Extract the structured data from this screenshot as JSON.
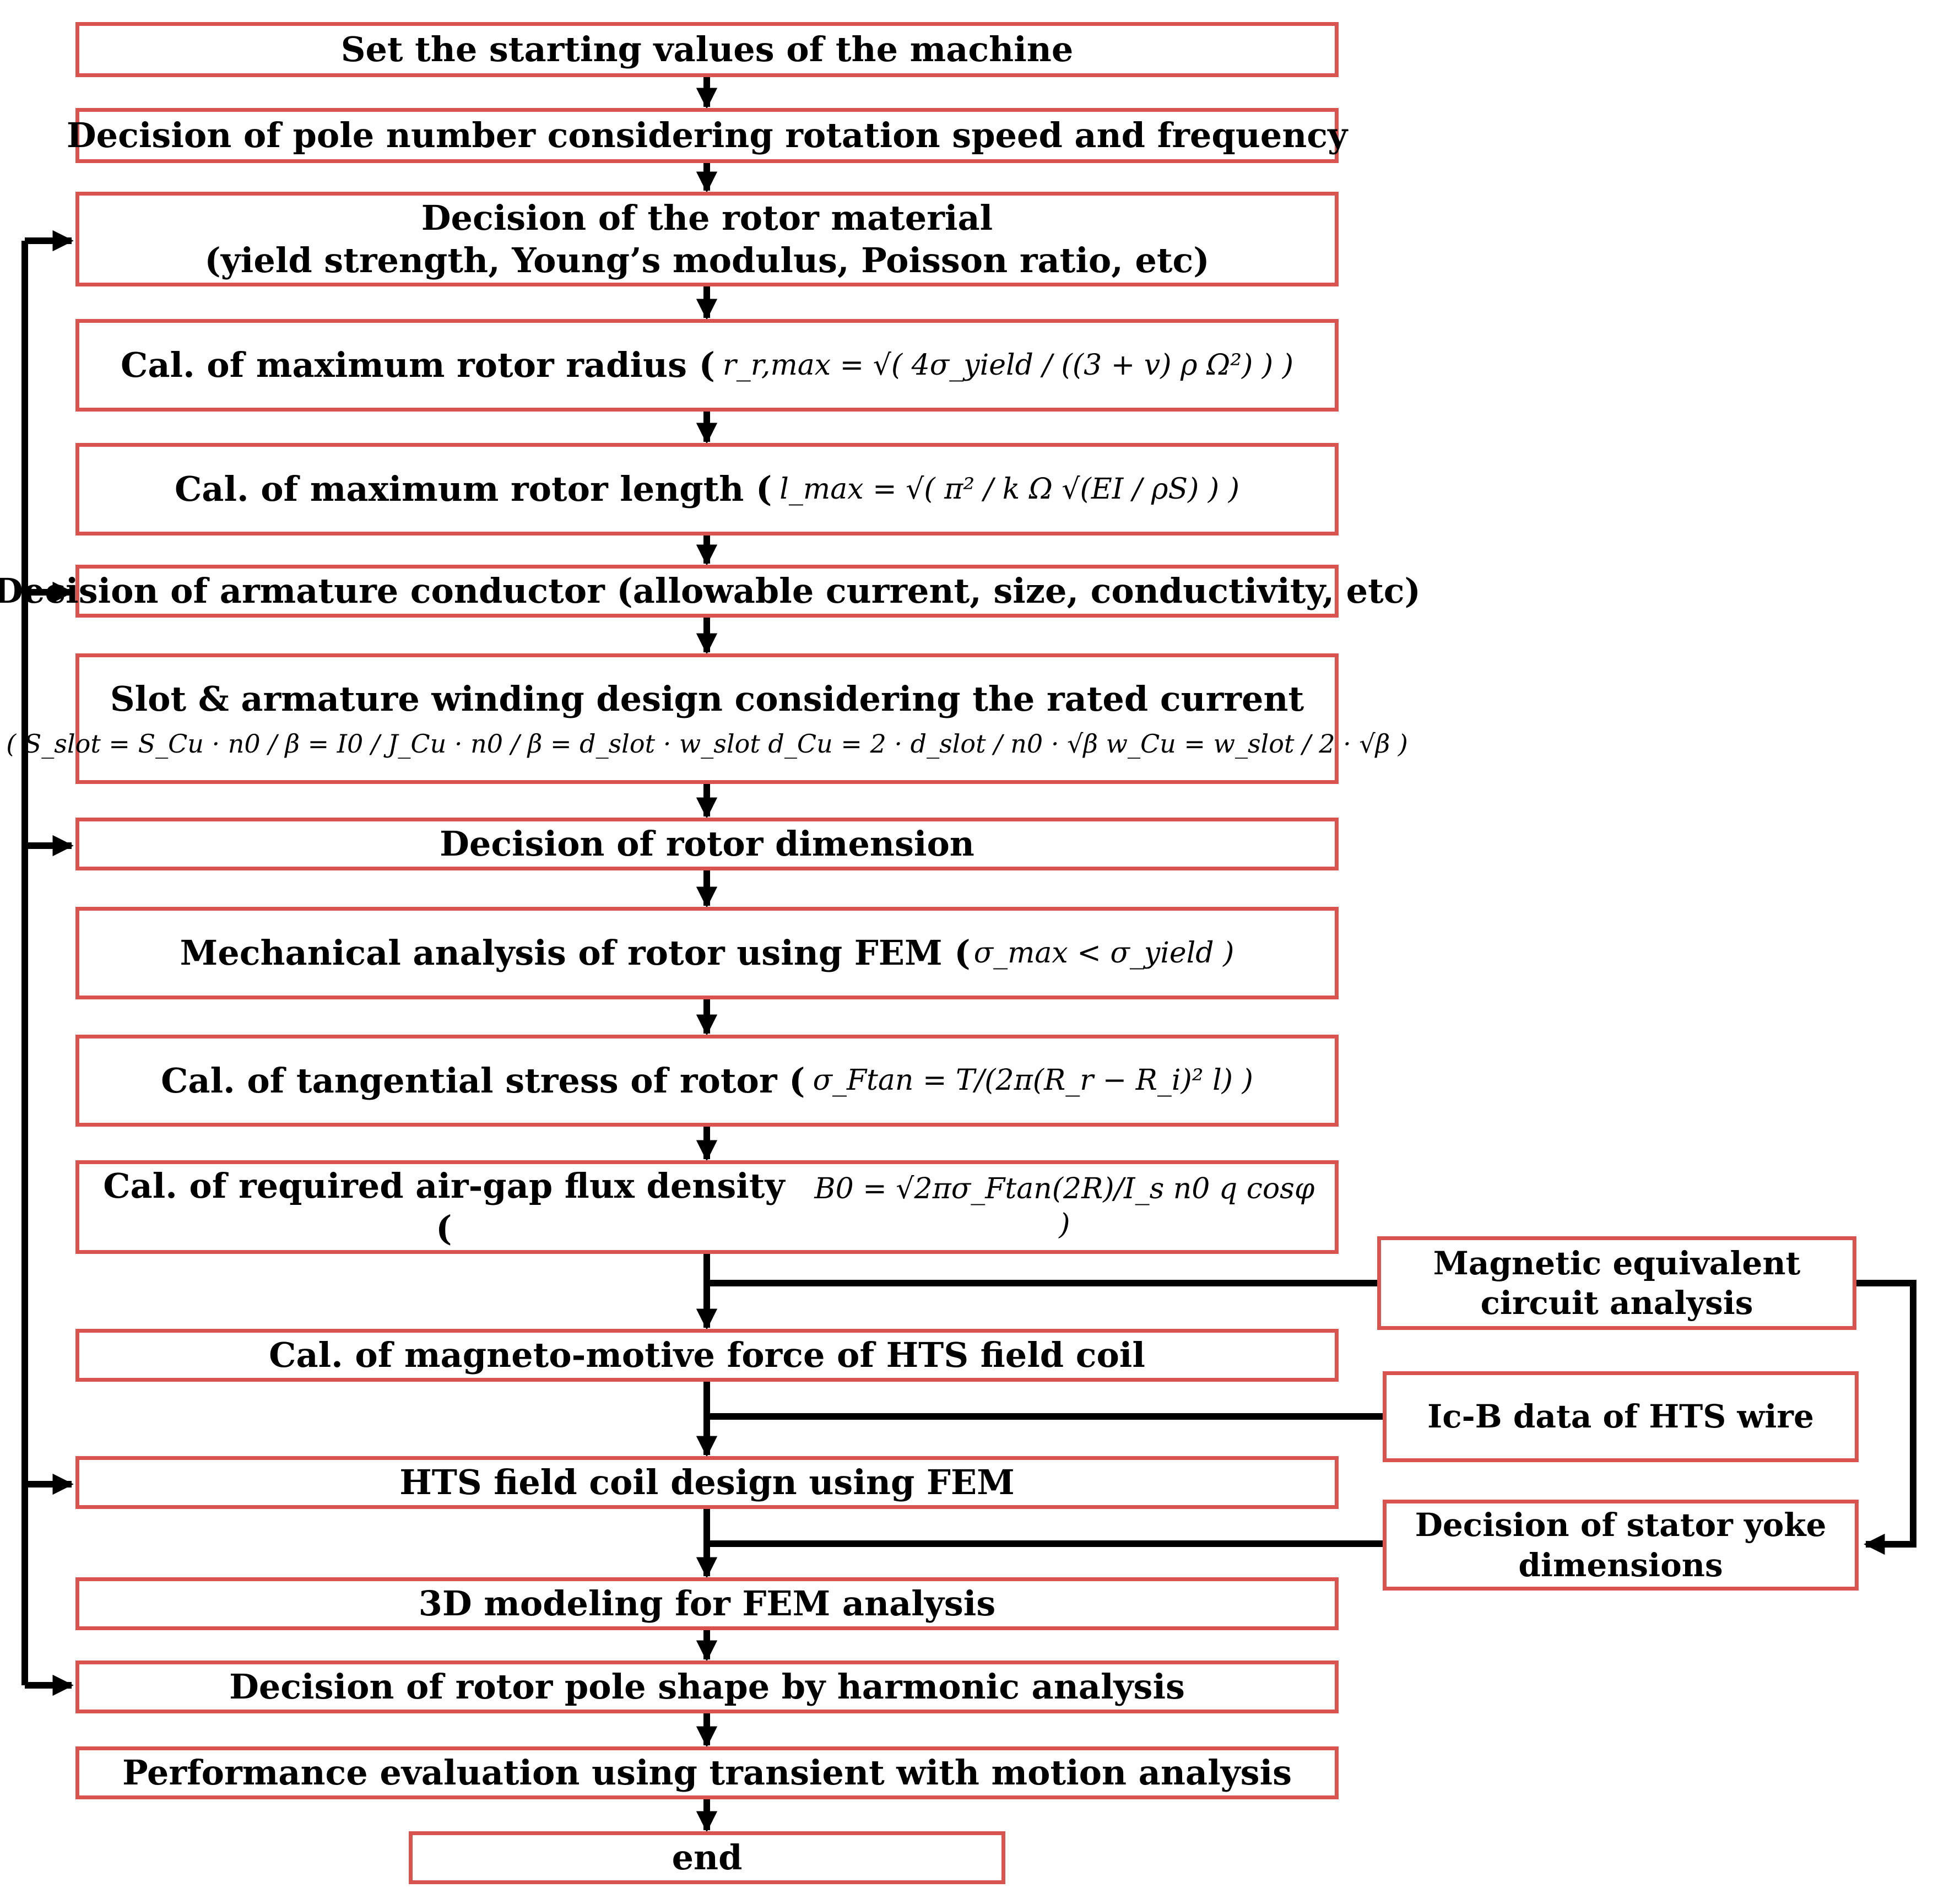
{
  "colors": {
    "box_border": "#d9534f",
    "arrow": "#000000"
  },
  "steps": [
    {
      "text": "Set the starting values of the machine"
    },
    {
      "text": "Decision of pole number considering rotation speed and frequency"
    },
    {
      "line1": "Decision of the rotor material",
      "line2": "(yield strength, Young’s modulus, Poisson ratio, etc)"
    },
    {
      "text": "Cal. of maximum rotor radius (",
      "formula": "r_r,max = √( 4σ_yield / ((3 + v) ρ Ω²) ) )"
    },
    {
      "text": "Cal. of maximum rotor length (",
      "formula": "l_max = √( π² / k Ω √(EI / ρS) ) )"
    },
    {
      "text": "Decision of armature conductor (allowable current, size, conductivity, etc)"
    },
    {
      "line1": "Slot & armature winding design considering the rated current",
      "formula": "( S_slot = S_Cu · n0 / β = I0 / J_Cu · n0 / β = d_slot · w_slot     d_Cu = 2 · d_slot / n0 · √β     w_Cu = w_slot / 2 · √β )"
    },
    {
      "text": "Decision of rotor dimension"
    },
    {
      "text": "Mechanical analysis of rotor using FEM (",
      "formula": "σ_max < σ_yield )"
    },
    {
      "text": "Cal. of tangential stress of rotor (",
      "formula": "σ_Ftan = T/(2π(R_r − R_i)² l) )"
    },
    {
      "text": "Cal. of required air-gap flux density (",
      "formula": "B0 = √2πσ_Ftan(2R)/I_s n0 q cosφ )"
    },
    {
      "text": "Cal. of magneto-motive force of HTS field coil"
    },
    {
      "text": "HTS field coil design using FEM"
    },
    {
      "text": "3D modeling for FEM analysis"
    },
    {
      "text": "Decision of rotor pole shape by harmonic analysis"
    },
    {
      "text": "Performance evaluation using transient with motion analysis"
    },
    {
      "text": "end"
    }
  ],
  "side_boxes": [
    {
      "line1": "Magnetic equivalent",
      "line2": "circuit analysis"
    },
    {
      "line1": "Ic-B data of HTS wire"
    },
    {
      "line1": "Decision of stator yoke",
      "line2": "dimensions"
    }
  ]
}
